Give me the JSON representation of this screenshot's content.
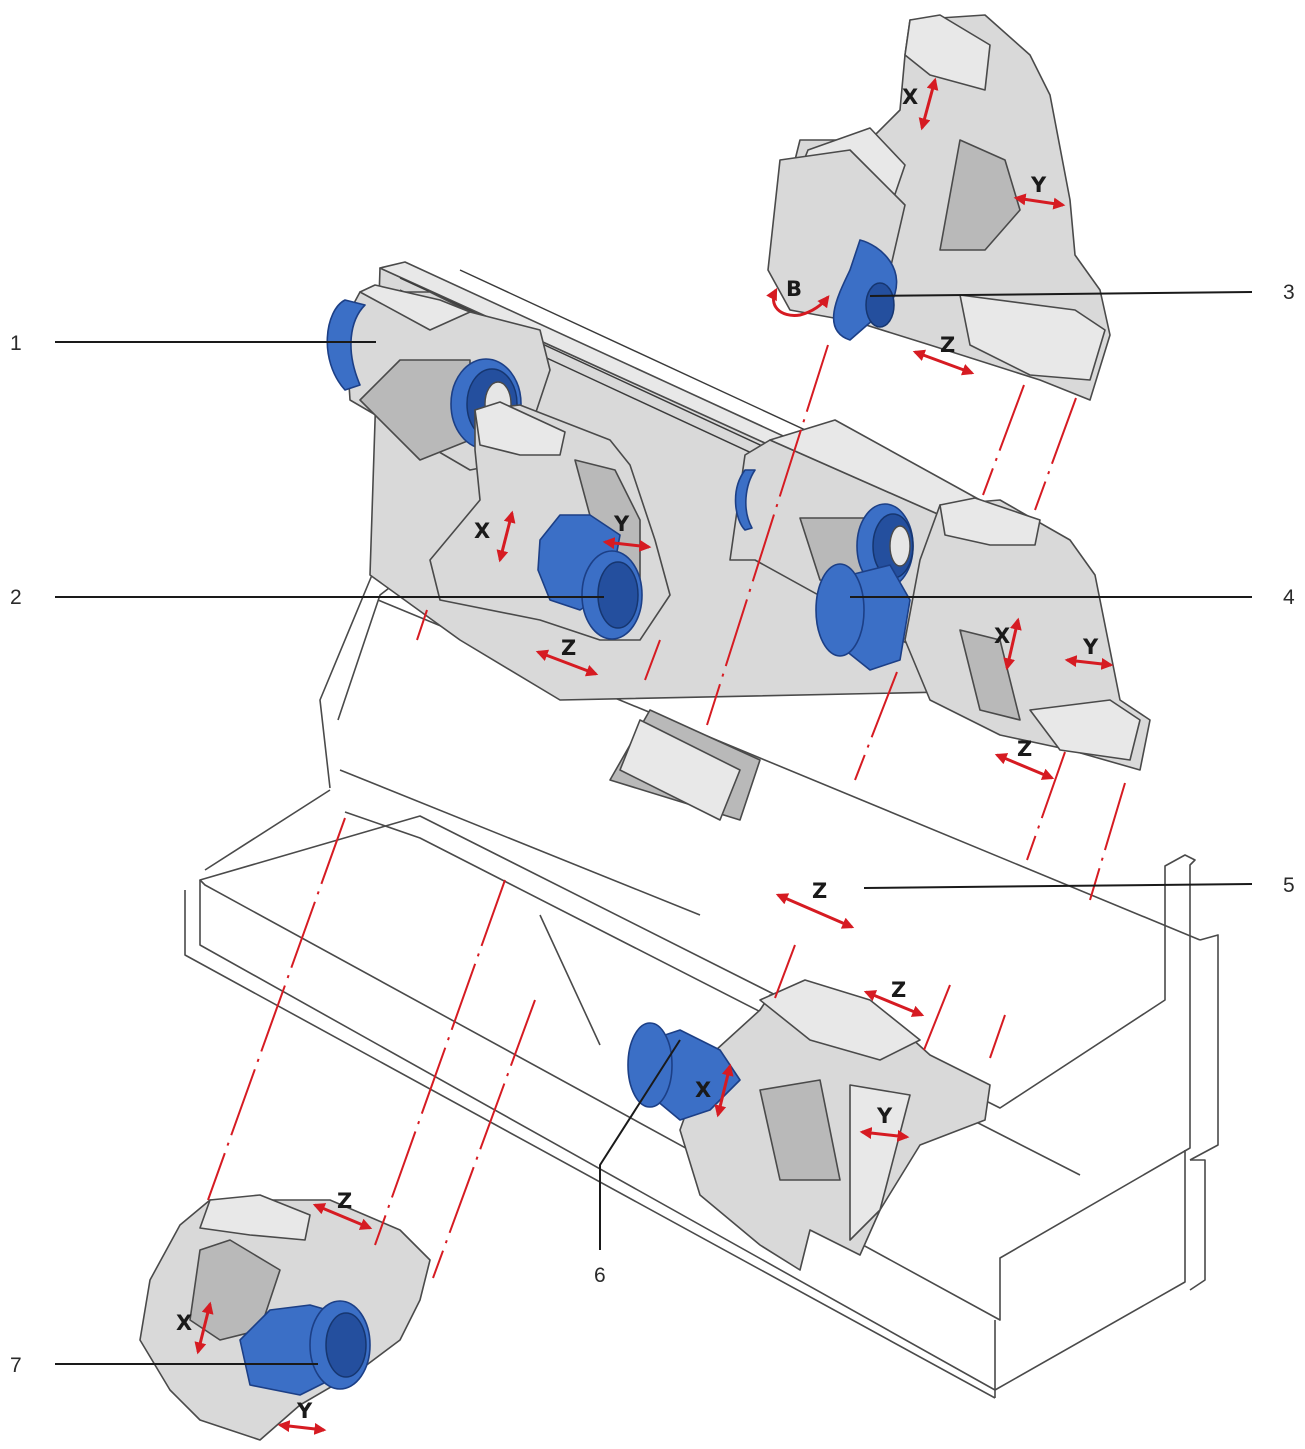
{
  "callouts": [
    {
      "id": "1",
      "label": "1"
    },
    {
      "id": "2",
      "label": "2"
    },
    {
      "id": "3",
      "label": "3"
    },
    {
      "id": "4",
      "label": "4"
    },
    {
      "id": "5",
      "label": "5"
    },
    {
      "id": "6",
      "label": "6"
    },
    {
      "id": "7",
      "label": "7"
    }
  ],
  "axis_labels": {
    "x": "X",
    "y": "Y",
    "z": "Z",
    "b": "B"
  },
  "colors": {
    "motion_arrow": "#d61b22",
    "spindle_blue": "#3b6fc6",
    "housing_grey": "#d9d9d9",
    "outline": "#4a4a4a"
  }
}
